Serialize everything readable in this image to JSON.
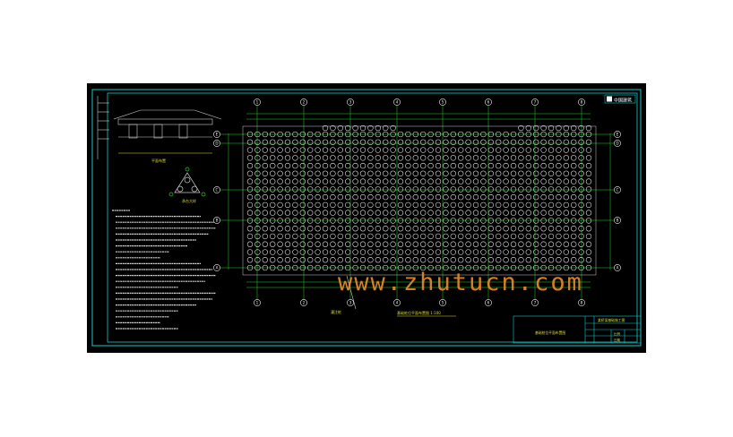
{
  "watermark": "www.zhutucn.com",
  "colors": {
    "background": "#000000",
    "frame": "#19c7c7",
    "grid": "#25d425",
    "piles": "#f2f2f2",
    "text": "#dddd33",
    "watermark": "#e8892c"
  },
  "column_axes": [
    "1",
    "2",
    "3",
    "4",
    "5",
    "6",
    "7",
    "8"
  ],
  "row_axes": [
    "A",
    "B",
    "C",
    "D",
    "E"
  ],
  "pile_grid": {
    "columns": 46,
    "rows": 18
  },
  "plan_title": "基础桩位平面布置图 1:100",
  "pile_callout": "灌注桩",
  "title_block": {
    "logo": "中国建筑",
    "project": "某桥梁基础施工图",
    "drawing_name": "基础桩位平面布置图",
    "ratio": "比例",
    "date": "日期"
  }
}
